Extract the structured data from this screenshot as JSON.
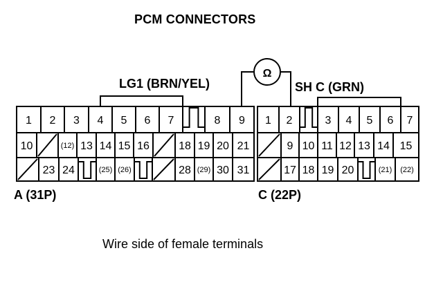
{
  "title": "PCM CONNECTORS",
  "lg1_label": "LG1 (BRN/YEL)",
  "shc_label": "SH C (GRN)",
  "ohm_symbol": "Ω",
  "connector_a_label": "A (31P)",
  "connector_c_label": "C (22P)",
  "caption": "Wire side of female terminals",
  "connector_a": {
    "rows": [
      [
        "1",
        "2",
        "3",
        "4",
        "5",
        "6",
        "7",
        "",
        "8",
        "9"
      ],
      [
        "10",
        "/",
        "(12)",
        "13",
        "14",
        "15",
        "16",
        "/",
        "18",
        "19",
        "20",
        "21"
      ],
      [
        "/",
        "23",
        "24",
        "",
        "(25)",
        "(26)",
        "",
        "/",
        "28",
        "(29)",
        "30",
        "31"
      ]
    ]
  },
  "connector_c": {
    "rows": [
      [
        "1",
        "2",
        "",
        "3",
        "4",
        "5",
        "6",
        "7"
      ],
      [
        "/",
        "9",
        "10",
        "11",
        "12",
        "13",
        "14",
        "15"
      ],
      [
        "/",
        "17",
        "18",
        "19",
        "20",
        "",
        "(21)",
        "(22)"
      ]
    ]
  }
}
